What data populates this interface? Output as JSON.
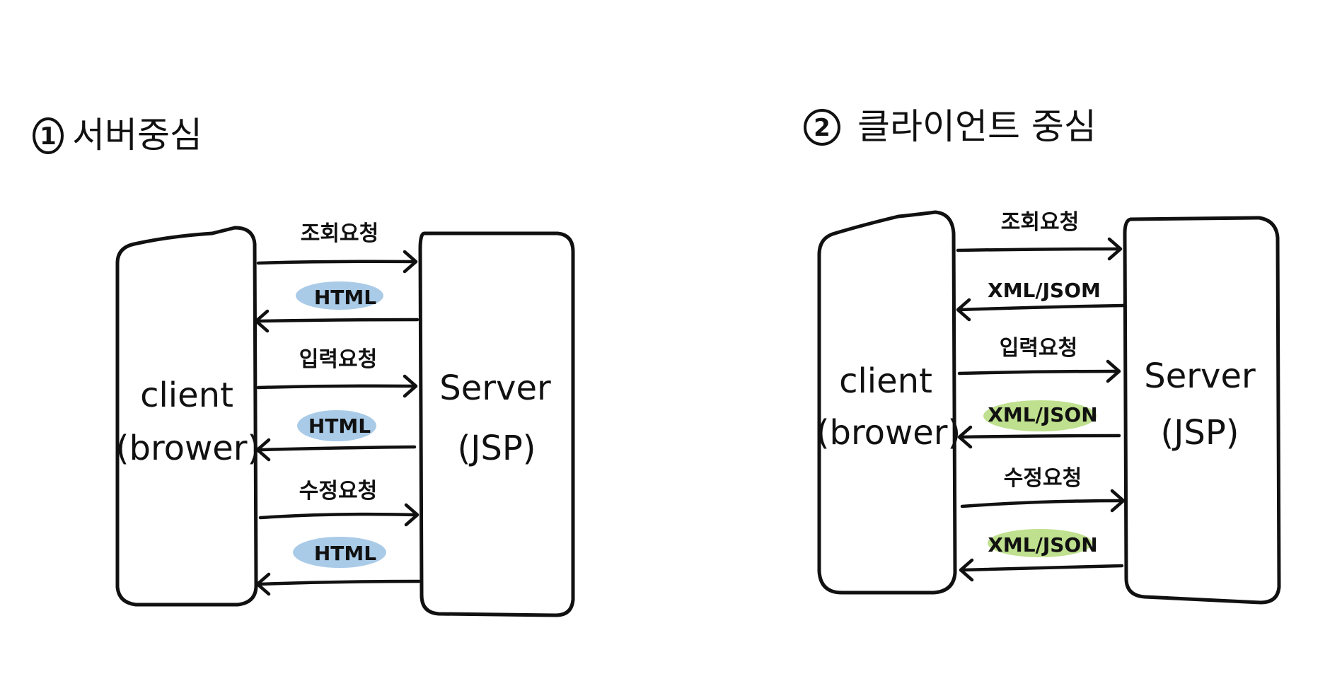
{
  "sections": [
    {
      "number": "1",
      "title": "서버중심",
      "client_line1": "client",
      "client_line2": "(brower)",
      "server_line1": "Server",
      "server_line2": "(JSP)",
      "exchanges": [
        {
          "request": "조회요청",
          "response": "HTML"
        },
        {
          "request": "입력요청",
          "response": "HTML"
        },
        {
          "request": "수정요청",
          "response": "HTML"
        }
      ],
      "highlight_color": "#a9cbe8"
    },
    {
      "number": "2",
      "title": "클라이언트 중심",
      "client_line1": "client",
      "client_line2": "(brower)",
      "server_line1": "Server",
      "server_line2": "(JSP)",
      "exchanges": [
        {
          "request": "조회요청",
          "response": "XML/JSOM"
        },
        {
          "request": "입력요청",
          "response": "XML/JSON"
        },
        {
          "request": "수정요청",
          "response": "XML/JSON"
        }
      ],
      "highlight_color": "#bfe08e"
    }
  ]
}
